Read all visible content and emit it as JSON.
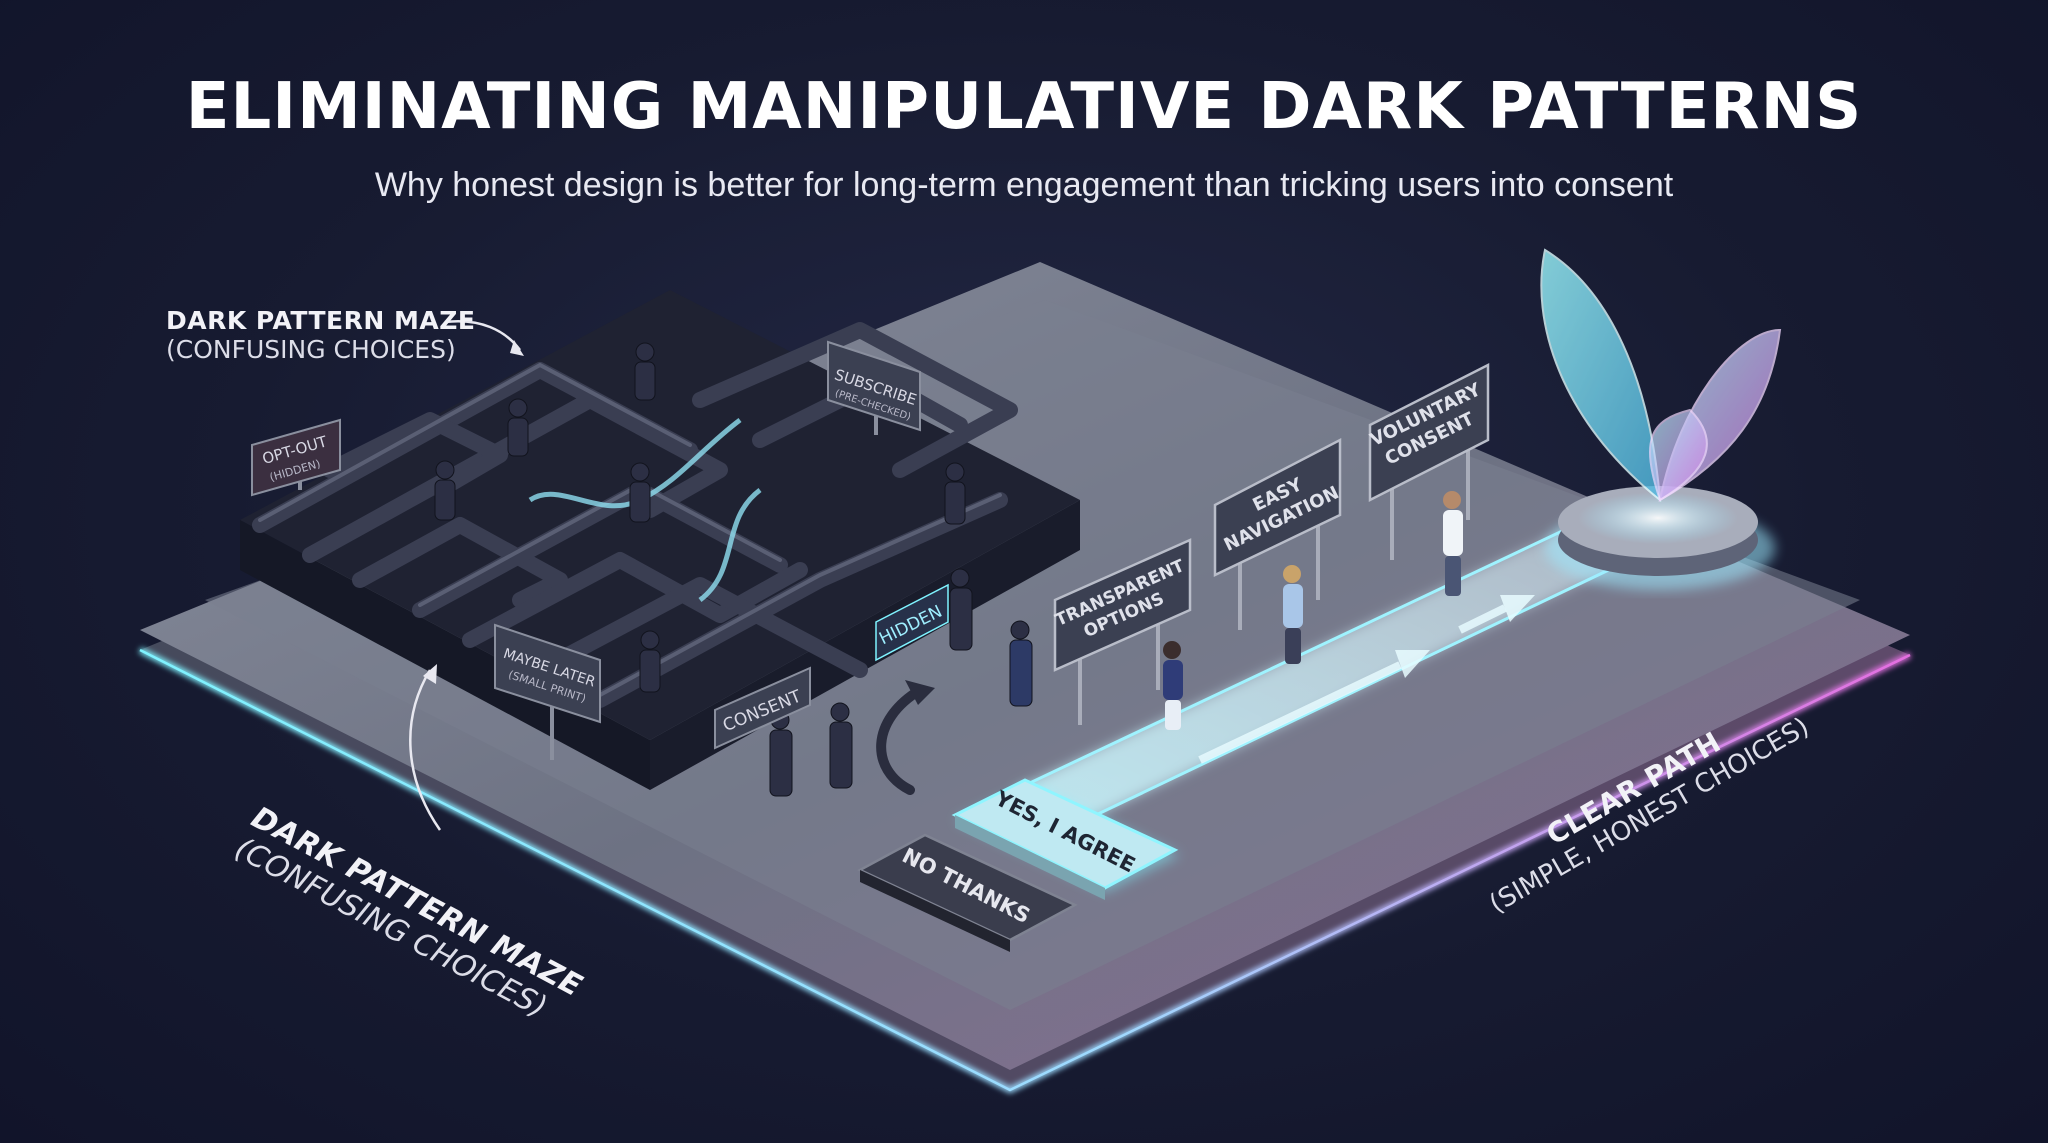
{
  "header": {
    "title": "ELIMINATING MANIPULATIVE DARK PATTERNS",
    "subtitle": "Why honest design is better for long-term engagement than tricking users into consent"
  },
  "callouts": {
    "maze_top": {
      "heading": "DARK PATTERN MAZE",
      "sub": "(CONFUSING CHOICES)"
    },
    "maze_bottom": {
      "heading": "DARK PATTERN MAZE",
      "sub": "(CONFUSING CHOICES)"
    },
    "clear_path": {
      "heading": "CLEAR PATH",
      "sub": "(SIMPLE, HONEST CHOICES)"
    }
  },
  "maze_signs": {
    "opt_out": {
      "line1": "OPT-OUT",
      "line2": "(HIDDEN)"
    },
    "subscribe": {
      "line1": "SUBSCRIBE",
      "line2": "(PRE-CHECKED)"
    },
    "maybe_later": {
      "line1": "MAYBE LATER",
      "line2": "(SMALL PRINT)"
    },
    "consent": {
      "line1": "CONSENT"
    },
    "hidden": {
      "line1": "HIDDEN"
    }
  },
  "path_signs": {
    "transparent": {
      "line1": "TRANSPARENT",
      "line2": "OPTIONS"
    },
    "easy": {
      "line1": "EASY",
      "line2": "NAVIGATION"
    },
    "voluntary": {
      "line1": "VOLUNTARY",
      "line2": "CONSENT"
    }
  },
  "buttons": {
    "agree": "YES, I AGREE",
    "decline": "NO THANKS"
  },
  "colors": {
    "background": "#171b31",
    "platform": "#6c7284",
    "maze_wall": "#2a2d3e",
    "glow_cyan": "#7ff3ff",
    "glow_pink": "#e46ee0",
    "sign": "#3b4052"
  }
}
